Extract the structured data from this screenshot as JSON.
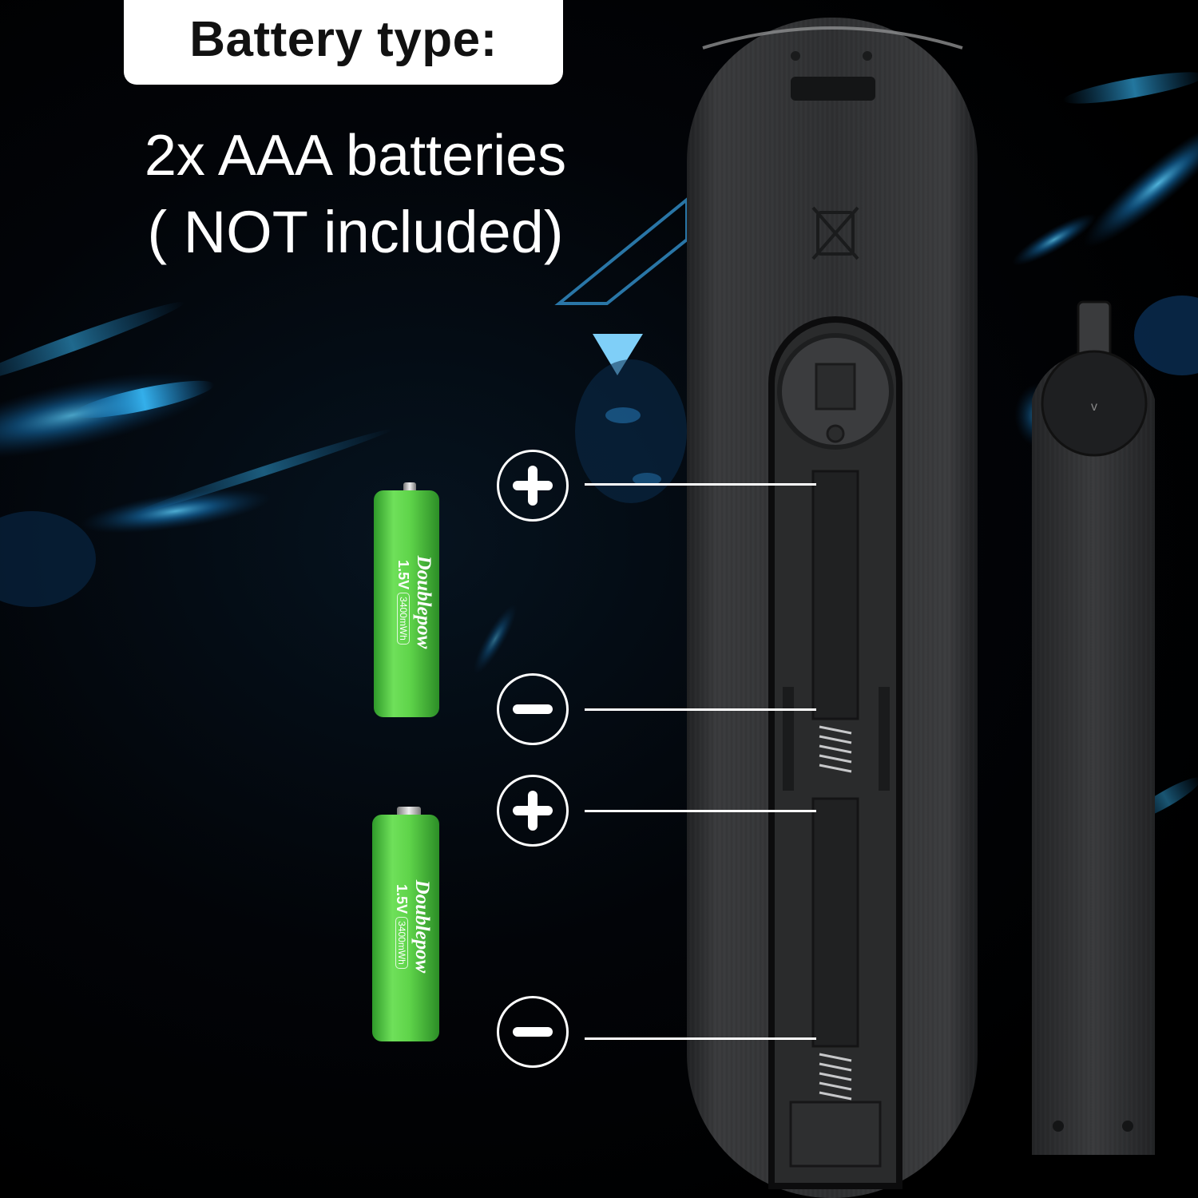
{
  "header": {
    "title": "Battery type:"
  },
  "info": {
    "line1": "2x AAA batteries",
    "line2": "( NOT included)"
  },
  "batteries": [
    {
      "brand": "Doublepow",
      "voltage": "1.5V",
      "capacity": "3400mWh"
    },
    {
      "brand": "Doublepow",
      "voltage": "1.5V",
      "capacity": "3400mWh"
    }
  ],
  "polarity_markers": [
    "plus",
    "minus",
    "plus",
    "minus"
  ],
  "colors": {
    "battery_green": "#5fd44a",
    "background": "#000000",
    "accent_blue": "#1ea7ff",
    "remote_body": "#2e2f31",
    "label_box": "#ffffff"
  }
}
